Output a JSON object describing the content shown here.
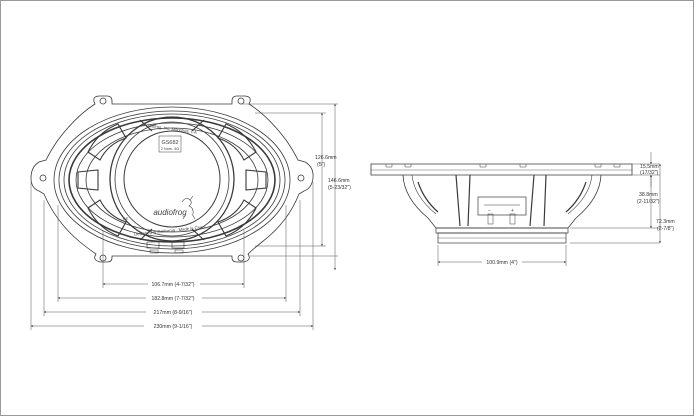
{
  "front_view": {
    "maker_text": "Audiofrog, Inc. Monrovia, CA",
    "model": "GS682",
    "impedance": "2 Nom. 4Ω",
    "brand": "audiofrog",
    "footer_text": "Designed in California · Made in China",
    "ce_mark": "CE"
  },
  "front_dims": {
    "d1": "106.7mm (4-7/32\")",
    "d2": "182.8mm (7-7/32\")",
    "d3": "217mm (8-9/16\")",
    "d4": "230mm (9-1/16\")",
    "h1_mm": "126.6mm",
    "h1_in": "(5\")",
    "h2_mm": "146.6mm",
    "h2_in": "(5-23/32\")"
  },
  "side_dims": {
    "w1": "100.9mm (4\")",
    "t1_mm": "15.5mm",
    "t1_in": "(17/32\")",
    "t2_mm": "38.8mm",
    "t2_in": "(2-11/32\")",
    "t3_mm": "72.3mm",
    "t3_in": "(2-7/8\")"
  }
}
